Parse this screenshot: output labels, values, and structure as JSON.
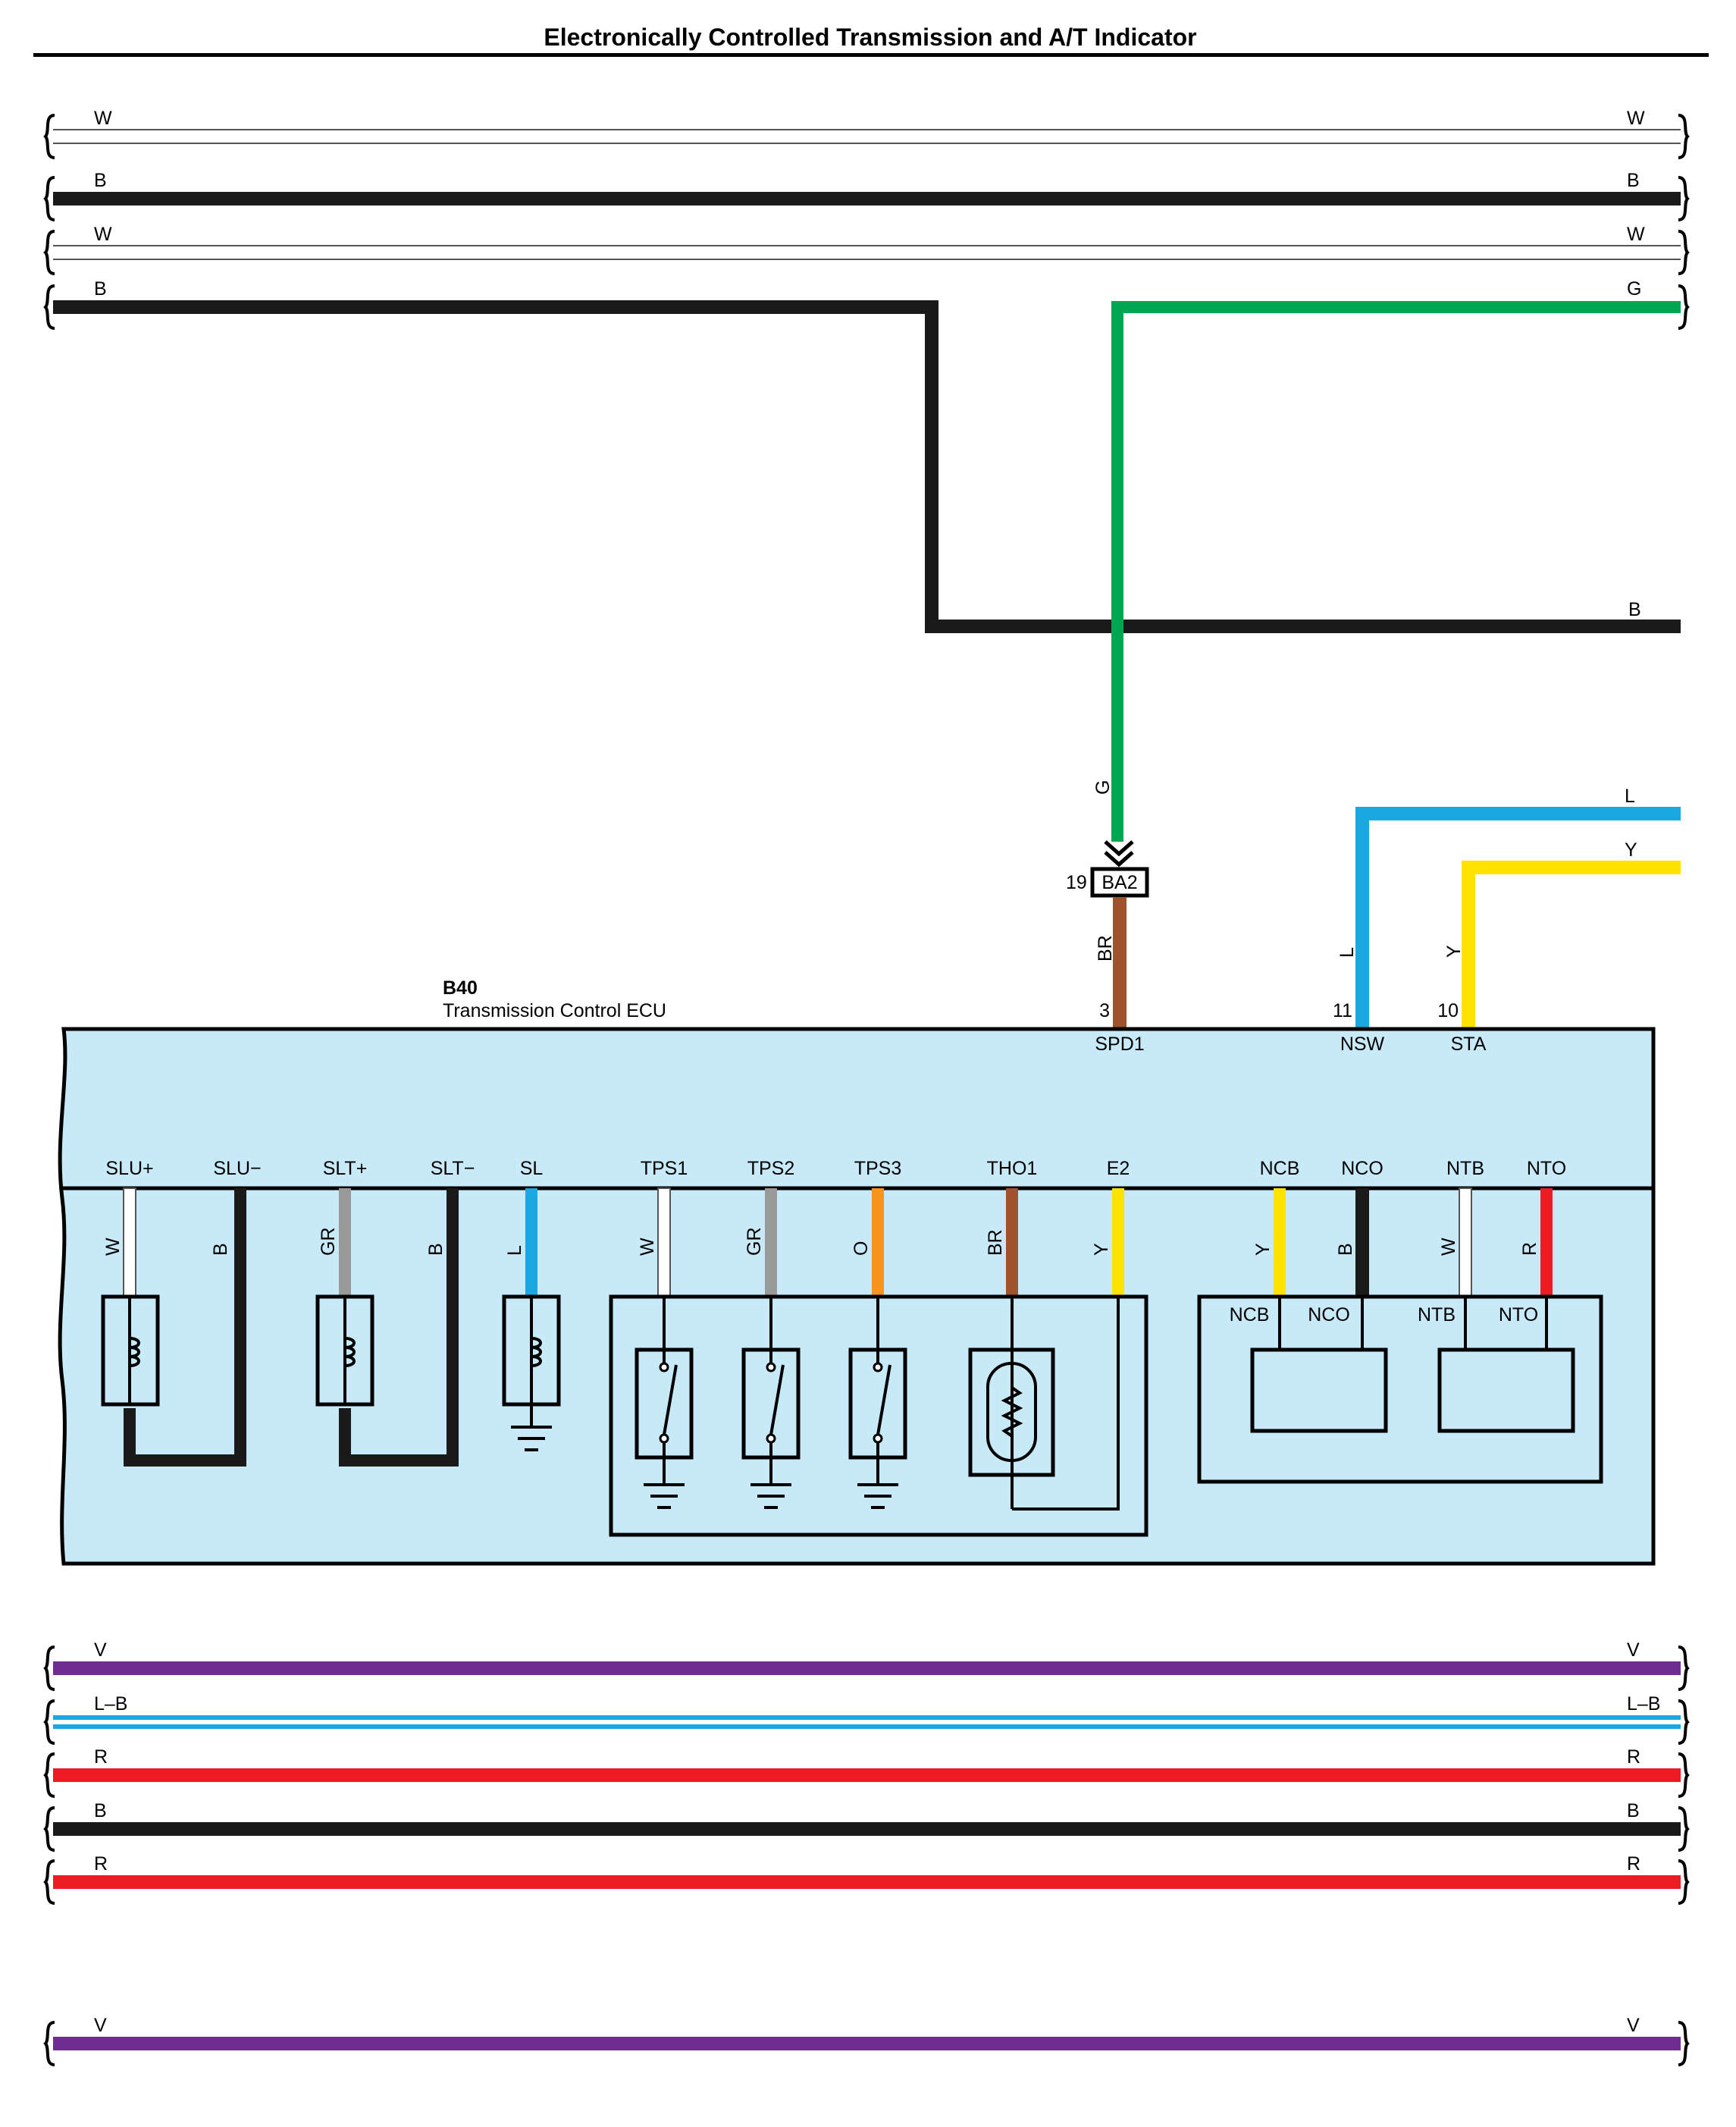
{
  "title": "Electronically Controlled Transmission and A/T Indicator",
  "colors": {
    "W": "#ffffff",
    "B": "#1a1a1a",
    "G": "#00a651",
    "BR": "#a0522d",
    "L": "#1ba8e0",
    "Y": "#ffe200",
    "GR": "#999999",
    "O": "#f7941d",
    "R": "#ed1c24",
    "V": "#6f2c91",
    "ecu_fill": "#c8e9f8"
  },
  "top_wires": [
    {
      "left_label": "W",
      "right_label": "W",
      "color": "W"
    },
    {
      "left_label": "B",
      "right_label": "B",
      "color": "B"
    },
    {
      "left_label": "W",
      "right_label": "W",
      "color": "W"
    },
    {
      "left_label": "B",
      "right_label": "G",
      "color": "B"
    }
  ],
  "routed_wires": {
    "b_drop_right_label": "B",
    "g_vertical_label": "G",
    "l_right_label": "L",
    "y_right_label": "Y",
    "l_vertical_label": "L",
    "y_vertical_label": "Y",
    "br_vertical_label": "BR"
  },
  "connector": {
    "code": "BA2",
    "pin": "19"
  },
  "ecu": {
    "code": "B40",
    "name": "Transmission Control ECU",
    "top_pins": [
      {
        "num": "3",
        "name": "SPD1"
      },
      {
        "num": "11",
        "name": "NSW"
      },
      {
        "num": "10",
        "name": "STA"
      }
    ],
    "terminals": [
      {
        "name": "SLU+",
        "wire": "W"
      },
      {
        "name": "SLU−",
        "wire": "B"
      },
      {
        "name": "SLT+",
        "wire": "GR"
      },
      {
        "name": "SLT−",
        "wire": "B"
      },
      {
        "name": "SL",
        "wire": "L"
      },
      {
        "name": "TPS1",
        "wire": "W"
      },
      {
        "name": "TPS2",
        "wire": "GR"
      },
      {
        "name": "TPS3",
        "wire": "O"
      },
      {
        "name": "THO1",
        "wire": "BR"
      },
      {
        "name": "E2",
        "wire": "Y"
      },
      {
        "name": "NCB",
        "wire": "Y"
      },
      {
        "name": "NCO",
        "wire": "B"
      },
      {
        "name": "NTB",
        "wire": "W"
      },
      {
        "name": "NTO",
        "wire": "R"
      }
    ],
    "sensor_labels": [
      "NCB",
      "NCO",
      "NTB",
      "NTO"
    ]
  },
  "bottom_wires": [
    {
      "left_label": "V",
      "right_label": "V",
      "color": "V"
    },
    {
      "left_label": "L–B",
      "right_label": "L–B",
      "color": "L",
      "stripe": "W"
    },
    {
      "left_label": "R",
      "right_label": "R",
      "color": "R"
    },
    {
      "left_label": "B",
      "right_label": "B",
      "color": "B"
    },
    {
      "left_label": "R",
      "right_label": "R",
      "color": "R"
    }
  ],
  "last_wire": {
    "left_label": "V",
    "right_label": "V",
    "color": "V"
  }
}
